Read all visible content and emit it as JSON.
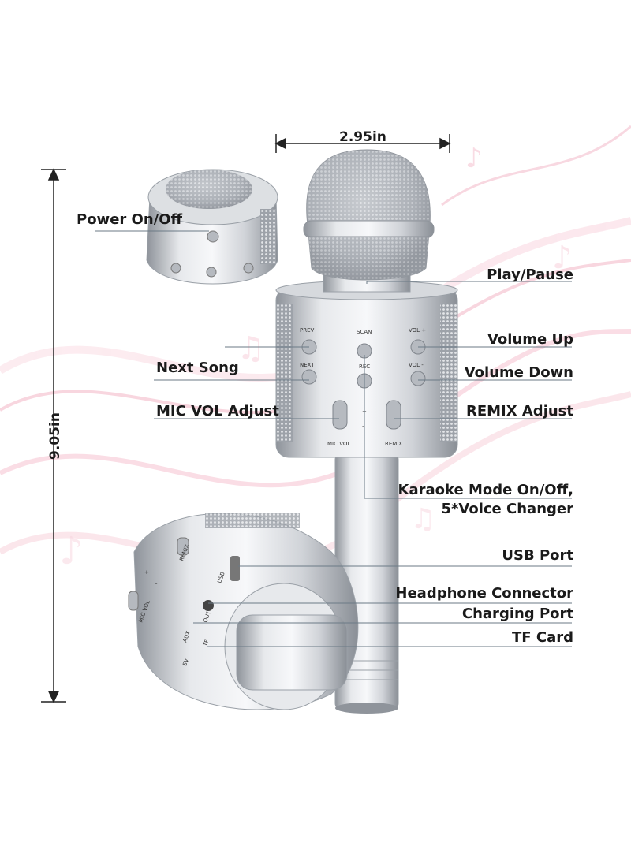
{
  "dimensions": {
    "width_label": "2.95in",
    "height_label": "9.05in"
  },
  "callouts": {
    "power": "Power On/Off",
    "play_pause": "Play/Pause",
    "volume_up": "Volume Up",
    "next_song": "Next Song",
    "volume_down": "Volume Down",
    "mic_vol_adjust": "MIC VOL Adjust",
    "remix_adjust": "REMIX Adjust",
    "karaoke_line1": "Karaoke Mode On/Off,",
    "karaoke_line2": "5*Voice Changer",
    "usb_port": "USB Port",
    "headphone": "Headphone Connector",
    "charging": "Charging Port",
    "tf_card": "TF Card"
  },
  "device_labels": {
    "prev": "PREV",
    "scan": "SCAN",
    "vol_plus": "VOL +",
    "next": "NEXT",
    "rec": "REC",
    "vol_minus": "VOL -",
    "mic_vol": "MIC VOL",
    "remix": "REMIX",
    "plus": "+",
    "minus": "–",
    "usb": "USB",
    "out": "OUT",
    "aux": "AUX",
    "tf": "TF",
    "five_v": "5V"
  },
  "colors": {
    "accent_pink": "#f3b8c8",
    "silver": "#c9ccd1",
    "leader_line": "#6b7a86"
  }
}
